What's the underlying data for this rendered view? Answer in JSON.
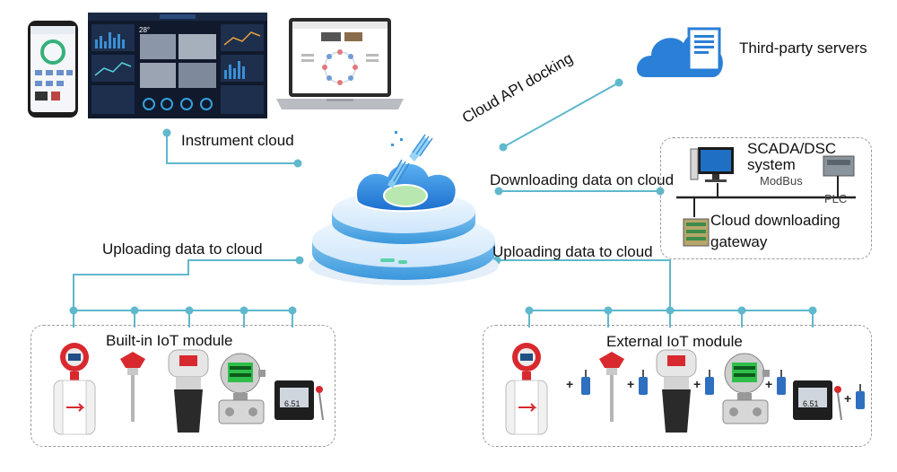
{
  "labels": {
    "instrument_cloud": "Instrument cloud",
    "cloud_api_docking": "Cloud API docking",
    "third_party_servers": "Third-party servers",
    "downloading_data": "Downloading data on cloud",
    "scada_line1": "SCADA/DSC",
    "scada_line2": "system",
    "modbus": "ModBus",
    "plc": "PLC",
    "gateway_line1": "Cloud downloading",
    "gateway_line2": "gateway",
    "uploading_left": "Uploading data to cloud",
    "uploading_right": "Uploading data to cloud",
    "builtin_module": "Built-in IoT module",
    "external_module": "External IoT module"
  },
  "screens": {
    "dashboard_temp": "28°"
  },
  "devices": {
    "analyzer_reading": "6.51"
  },
  "plus_sign": "+",
  "colors": {
    "connector": "#5fb8cc",
    "cloud_blue": "#2f7fd8",
    "device_red": "#d8292f",
    "box_border": "#9a9a9a"
  }
}
